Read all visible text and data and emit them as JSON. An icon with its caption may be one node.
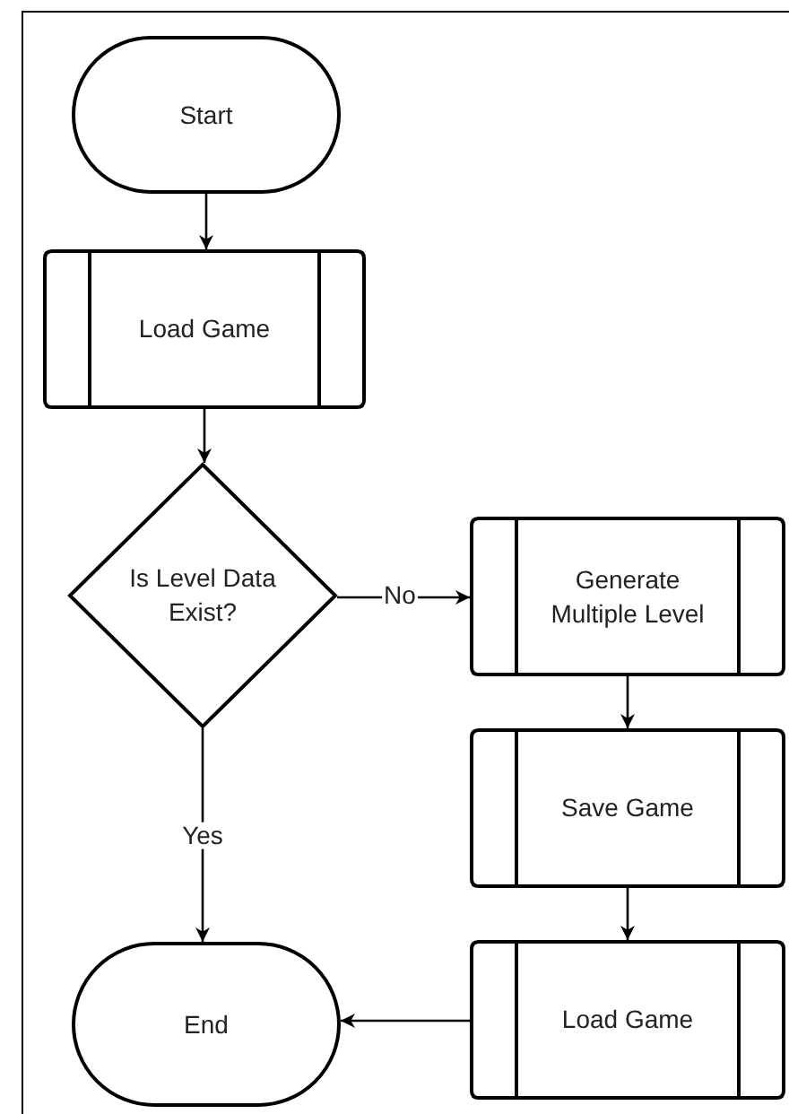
{
  "diagram": {
    "nodes": [
      {
        "text": [
          "Start"
        ]
      },
      {
        "text": [
          "Load Game"
        ]
      },
      {
        "text": [
          "Is Level Data Exist?"
        ]
      },
      {
        "text": [
          "Generate Multiple Level"
        ]
      },
      {
        "text": [
          "Save Game"
        ]
      },
      {
        "text": [
          "End"
        ]
      },
      {
        "text": [
          "Load Game"
        ]
      }
    ],
    "edges": [
      {
        "from": 0,
        "to": 1,
        "arrow": "to"
      },
      {
        "from": 1,
        "to": 2,
        "arrow": "to"
      },
      {
        "from": 2,
        "to": 3,
        "arrow": "to",
        "label": "No"
      },
      {
        "from": 2,
        "to": 5,
        "arrow": "to",
        "label": "Yes"
      },
      {
        "from": 3,
        "to": 4,
        "arrow": "to"
      },
      {
        "from": 4,
        "to": 6,
        "arrow": "to"
      },
      {
        "from": 6,
        "to": 5,
        "arrow": "to"
      }
    ]
  }
}
